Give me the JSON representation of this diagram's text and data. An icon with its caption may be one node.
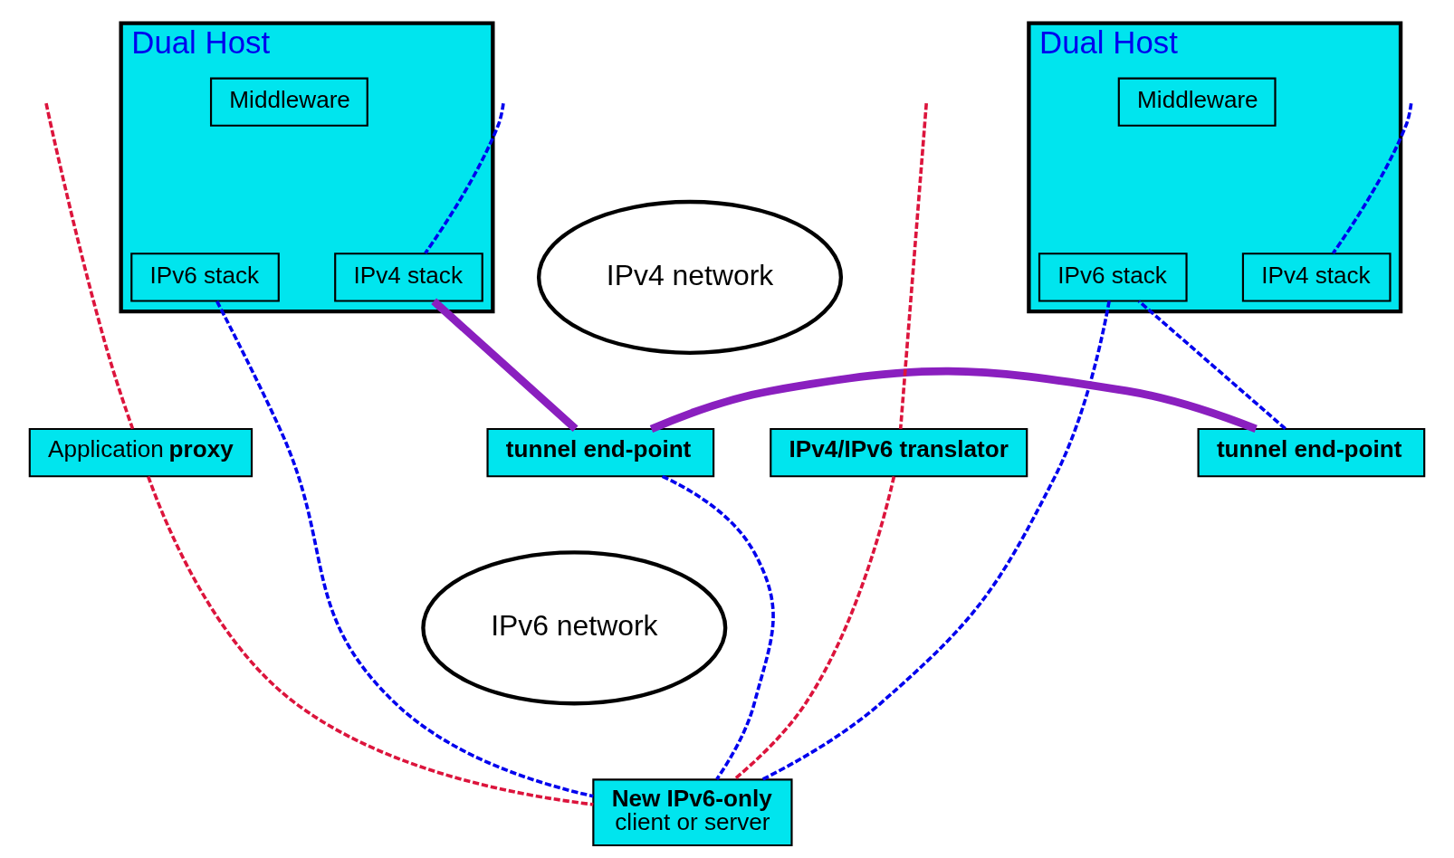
{
  "diagram": {
    "nodes": [
      {
        "text": [
          "Dual Host"
        ]
      },
      {
        "text": [
          "Middleware"
        ],
        "in": 0
      },
      {
        "text": [
          "IPv6 stack"
        ],
        "in": 0
      },
      {
        "text": [
          "IPv4 stack"
        ],
        "in": 0
      },
      {
        "text": [
          "Dual Host"
        ]
      },
      {
        "text": [
          "Middleware"
        ],
        "in": 4
      },
      {
        "text": [
          "IPv4 stack"
        ],
        "in": 4
      },
      {
        "text": [
          "IPv6 stack"
        ],
        "in": 4
      },
      {
        "text": [
          "IPv4 network"
        ]
      },
      {
        "text": [
          "Application **proxy**"
        ]
      },
      {
        "text": [
          "**tunnel end-point**"
        ]
      },
      {
        "text": [
          "**tunnel end-point**"
        ]
      },
      {
        "text": [
          "**IPv4/IPv6 translator**"
        ]
      },
      {
        "text": [
          "IPv6 network"
        ]
      },
      {
        "text": [
          "**New IPv6-only**",
          "client or server"
        ]
      }
    ],
    "edges": [
      {
        "from": 9,
        "to": null,
        "arrow": "none",
        "style": "dashed",
        "color": "#dc143c"
      },
      {
        "from": null,
        "to": 12,
        "arrow": "none",
        "style": "dashed",
        "color": "#dc143c"
      },
      {
        "from": 9,
        "to": 14,
        "arrow": "none",
        "style": "dashed",
        "color": "#dc143c"
      },
      {
        "from": 12,
        "to": 14,
        "arrow": "none",
        "style": "dashed",
        "color": "#dc143c"
      },
      {
        "from": null,
        "to": 3,
        "arrow": "none",
        "style": "dashed",
        "color": "#0000ee"
      },
      {
        "from": null,
        "to": 6,
        "arrow": "none",
        "style": "dashed",
        "color": "#0000ee"
      },
      {
        "from": 2,
        "to": 14,
        "arrow": "none",
        "style": "dashed",
        "color": "#0000ee"
      },
      {
        "from": 11,
        "to": 7,
        "arrow": "none",
        "style": "dashed",
        "color": "#0000ee"
      },
      {
        "from": 10,
        "to": 14,
        "arrow": "none",
        "style": "dashed",
        "color": "#0000ee"
      },
      {
        "from": 7,
        "to": 14,
        "arrow": "none",
        "style": "dashed",
        "color": "#0000ee"
      },
      {
        "from": 3,
        "to": 10,
        "arrow": "none",
        "style": "thick",
        "color": "#8a1fbf"
      },
      {
        "from": 10,
        "to": 11,
        "arrow": "none",
        "style": "thick",
        "color": "#8a1fbf"
      }
    ]
  }
}
